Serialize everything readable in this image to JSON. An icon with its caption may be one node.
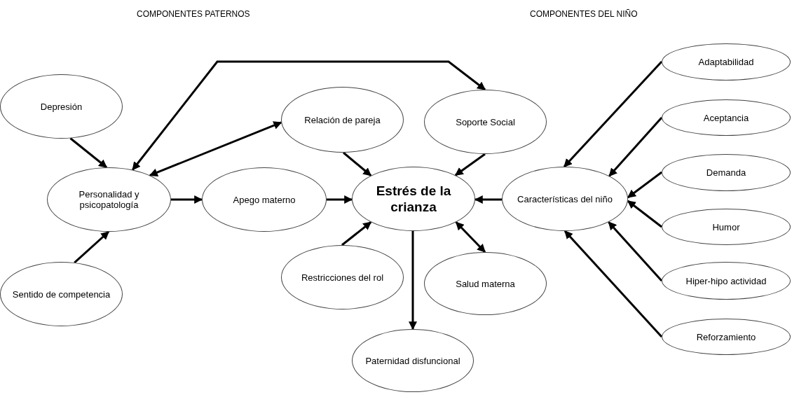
{
  "diagram": {
    "nodes": [
      {
        "text": [
          "Depresión"
        ]
      },
      {
        "text": [
          "Personalidad y psicopatología"
        ]
      },
      {
        "text": [
          "Sentido de competencia"
        ]
      },
      {
        "text": [
          "Relación de pareja"
        ]
      },
      {
        "text": [
          "Soporte Social"
        ]
      },
      {
        "text": [
          "Apego materno"
        ]
      },
      {
        "text": [
          "Estrés de la crianza"
        ]
      },
      {
        "text": [
          "Características del niño"
        ]
      },
      {
        "text": [
          "Restricciones del rol"
        ]
      },
      {
        "text": [
          "Salud materna"
        ]
      },
      {
        "text": [
          "Paternidad disfuncional"
        ]
      },
      {
        "text": [
          "Adaptabilidad"
        ]
      },
      {
        "text": [
          "Aceptancia"
        ]
      },
      {
        "text": [
          "Demanda"
        ]
      },
      {
        "text": [
          "Humor"
        ]
      },
      {
        "text": [
          "Hiper-hipo actividad"
        ]
      },
      {
        "text": [
          "Reforzamiento"
        ]
      }
    ],
    "edges": [
      {
        "from": 0,
        "to": 1,
        "arrow": "to"
      },
      {
        "from": 2,
        "to": 1,
        "arrow": "to"
      },
      {
        "from": 1,
        "to": 4,
        "arrow": "both"
      },
      {
        "from": 1,
        "to": 3,
        "arrow": "both"
      },
      {
        "from": 1,
        "to": 5,
        "arrow": "to"
      },
      {
        "from": 5,
        "to": 6,
        "arrow": "to"
      },
      {
        "from": 3,
        "to": 6,
        "arrow": "to"
      },
      {
        "from": 4,
        "to": 6,
        "arrow": "to"
      },
      {
        "from": 7,
        "to": 6,
        "arrow": "to"
      },
      {
        "from": 8,
        "to": 6,
        "arrow": "to"
      },
      {
        "from": 6,
        "to": 9,
        "arrow": "both"
      },
      {
        "from": 6,
        "to": 10,
        "arrow": "to"
      },
      {
        "from": 11,
        "to": 7,
        "arrow": "to"
      },
      {
        "from": 12,
        "to": 7,
        "arrow": "to"
      },
      {
        "from": 13,
        "to": 7,
        "arrow": "to"
      },
      {
        "from": 14,
        "to": 7,
        "arrow": "to"
      },
      {
        "from": 15,
        "to": 7,
        "arrow": "to"
      },
      {
        "from": 16,
        "to": 7,
        "arrow": "to"
      }
    ],
    "labels": [
      "COMPONENTES PATERNOS",
      "COMPONENTES DEL NIÑO"
    ]
  }
}
